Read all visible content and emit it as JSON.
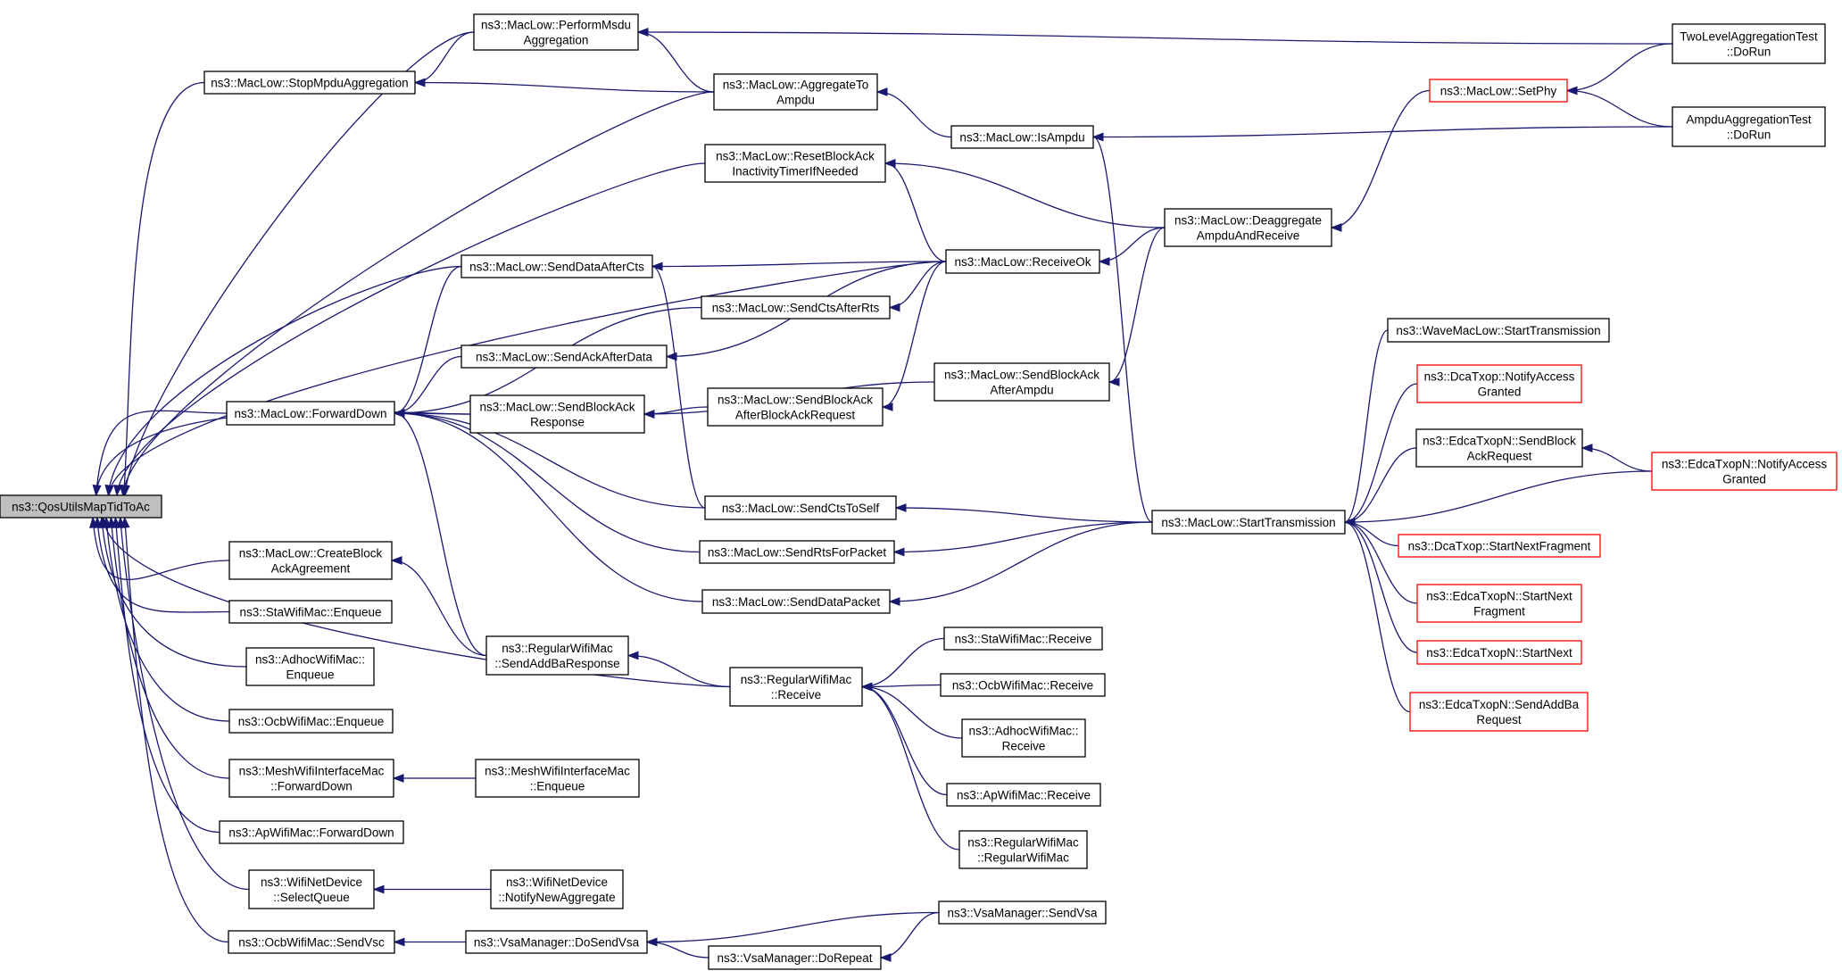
{
  "graph": {
    "style": {
      "edge_color": "#191970",
      "node_border": "#000000",
      "truncated_border": "#ff0000",
      "root_fill": "#bfbfbf"
    },
    "nodes": [
      {
        "id": "root",
        "label": [
          "ns3::QosUtilsMapTidToAc"
        ],
        "root": true
      },
      {
        "id": "performMsdu",
        "label": [
          "ns3::MacLow::PerformMsdu",
          "Aggregation"
        ]
      },
      {
        "id": "stopMpdu",
        "label": [
          "ns3::MacLow::StopMpduAggregation"
        ]
      },
      {
        "id": "aggregateTo",
        "label": [
          "ns3::MacLow::AggregateTo",
          "Ampdu"
        ]
      },
      {
        "id": "isAmpdu",
        "label": [
          "ns3::MacLow::IsAmpdu"
        ]
      },
      {
        "id": "resetBlockAck",
        "label": [
          "ns3::MacLow::ResetBlockAck",
          "InactivityTimerIfNeeded"
        ]
      },
      {
        "id": "sendDataAfterCts",
        "label": [
          "ns3::MacLow::SendDataAfterCts"
        ]
      },
      {
        "id": "receiveOk",
        "label": [
          "ns3::MacLow::ReceiveOk"
        ]
      },
      {
        "id": "sendCtsAfterRts",
        "label": [
          "ns3::MacLow::SendCtsAfterRts"
        ]
      },
      {
        "id": "sendAckAfterData",
        "label": [
          "ns3::MacLow::SendAckAfterData"
        ]
      },
      {
        "id": "forwardDown",
        "label": [
          "ns3::MacLow::ForwardDown"
        ]
      },
      {
        "id": "sendBlockAckResp",
        "label": [
          "ns3::MacLow::SendBlockAck",
          "Response"
        ]
      },
      {
        "id": "sendBlockAckAfterReq",
        "label": [
          "ns3::MacLow::SendBlockAck",
          "AfterBlockAckRequest"
        ]
      },
      {
        "id": "sendBlockAckAfterAmpdu",
        "label": [
          "ns3::MacLow::SendBlockAck",
          "AfterAmpdu"
        ]
      },
      {
        "id": "deaggregate",
        "label": [
          "ns3::MacLow::Deaggregate",
          "AmpduAndReceive"
        ]
      },
      {
        "id": "setPhy",
        "label": [
          "ns3::MacLow::SetPhy"
        ],
        "truncated": true
      },
      {
        "id": "twoLevel",
        "label": [
          "TwoLevelAggregationTest",
          "::DoRun"
        ]
      },
      {
        "id": "ampduAggTest",
        "label": [
          "AmpduAggregationTest",
          "::DoRun"
        ]
      },
      {
        "id": "sendCtsToSelf",
        "label": [
          "ns3::MacLow::SendCtsToSelf"
        ]
      },
      {
        "id": "sendRtsForPacket",
        "label": [
          "ns3::MacLow::SendRtsForPacket"
        ]
      },
      {
        "id": "sendDataPacket",
        "label": [
          "ns3::MacLow::SendDataPacket"
        ]
      },
      {
        "id": "startTransmission",
        "label": [
          "ns3::MacLow::StartTransmission"
        ]
      },
      {
        "id": "waveMacLow",
        "label": [
          "ns3::WaveMacLow::StartTransmission"
        ]
      },
      {
        "id": "dcaNotifyAccess",
        "label": [
          "ns3::DcaTxop::NotifyAccess",
          "Granted"
        ],
        "truncated": true
      },
      {
        "id": "edcaSendBlockAckReq",
        "label": [
          "ns3::EdcaTxopN::SendBlock",
          "AckRequest"
        ]
      },
      {
        "id": "edcaNotifyAccess",
        "label": [
          "ns3::EdcaTxopN::NotifyAccess",
          "Granted"
        ],
        "truncated": true
      },
      {
        "id": "dcaStartNextFrag",
        "label": [
          "ns3::DcaTxop::StartNextFragment"
        ],
        "truncated": true
      },
      {
        "id": "edcaStartNextFrag",
        "label": [
          "ns3::EdcaTxopN::StartNext",
          "Fragment"
        ],
        "truncated": true
      },
      {
        "id": "edcaStartNext",
        "label": [
          "ns3::EdcaTxopN::StartNext"
        ],
        "truncated": true
      },
      {
        "id": "edcaSendAddBa",
        "label": [
          "ns3::EdcaTxopN::SendAddBa",
          "Request"
        ],
        "truncated": true
      },
      {
        "id": "createBlockAck",
        "label": [
          "ns3::MacLow::CreateBlock",
          "AckAgreement"
        ]
      },
      {
        "id": "staEnqueue",
        "label": [
          "ns3::StaWifiMac::Enqueue"
        ]
      },
      {
        "id": "adhocEnqueue",
        "label": [
          "ns3::AdhocWifiMac::",
          "Enqueue"
        ]
      },
      {
        "id": "ocbEnqueue",
        "label": [
          "ns3::OcbWifiMac::Enqueue"
        ]
      },
      {
        "id": "meshForwardDown",
        "label": [
          "ns3::MeshWifiInterfaceMac",
          "::ForwardDown"
        ]
      },
      {
        "id": "meshEnqueue",
        "label": [
          "ns3::MeshWifiInterfaceMac",
          "::Enqueue"
        ]
      },
      {
        "id": "apForwardDown",
        "label": [
          "ns3::ApWifiMac::ForwardDown"
        ]
      },
      {
        "id": "wifiSelectQueue",
        "label": [
          "ns3::WifiNetDevice",
          "::SelectQueue"
        ]
      },
      {
        "id": "wifiNotifyNewAgg",
        "label": [
          "ns3::WifiNetDevice",
          "::NotifyNewAggregate"
        ]
      },
      {
        "id": "ocbSendVsc",
        "label": [
          "ns3::OcbWifiMac::SendVsc"
        ]
      },
      {
        "id": "vsaDoSendVsa",
        "label": [
          "ns3::VsaManager::DoSendVsa"
        ]
      },
      {
        "id": "vsaDoRepeat",
        "label": [
          "ns3::VsaManager::DoRepeat"
        ]
      },
      {
        "id": "vsaSendVsa",
        "label": [
          "ns3::VsaManager::SendVsa"
        ]
      },
      {
        "id": "regSendAddBaResp",
        "label": [
          "ns3::RegularWifiMac",
          "::SendAddBaResponse"
        ]
      },
      {
        "id": "regReceive",
        "label": [
          "ns3::RegularWifiMac",
          "::Receive"
        ]
      },
      {
        "id": "staReceive",
        "label": [
          "ns3::StaWifiMac::Receive"
        ]
      },
      {
        "id": "ocbReceive",
        "label": [
          "ns3::OcbWifiMac::Receive"
        ]
      },
      {
        "id": "adhocReceive",
        "label": [
          "ns3::AdhocWifiMac::",
          "Receive"
        ]
      },
      {
        "id": "apReceive",
        "label": [
          "ns3::ApWifiMac::Receive"
        ]
      },
      {
        "id": "regCtor",
        "label": [
          "ns3::RegularWifiMac",
          "::RegularWifiMac"
        ]
      }
    ],
    "edges": [
      {
        "from": "performMsdu",
        "to": "root"
      },
      {
        "from": "stopMpdu",
        "to": "root"
      },
      {
        "from": "aggregateTo",
        "to": "root"
      },
      {
        "from": "resetBlockAck",
        "to": "root"
      },
      {
        "from": "receiveOk",
        "to": "root"
      },
      {
        "from": "sendDataAfterCts",
        "to": "root"
      },
      {
        "from": "forwardDown",
        "to": "root"
      },
      {
        "from": "createBlockAck",
        "to": "root"
      },
      {
        "from": "staEnqueue",
        "to": "root"
      },
      {
        "from": "adhocEnqueue",
        "to": "root"
      },
      {
        "from": "ocbEnqueue",
        "to": "root"
      },
      {
        "from": "meshForwardDown",
        "to": "root"
      },
      {
        "from": "apForwardDown",
        "to": "root"
      },
      {
        "from": "wifiSelectQueue",
        "to": "root"
      },
      {
        "from": "ocbSendVsc",
        "to": "root"
      },
      {
        "from": "regReceive",
        "to": "root"
      },
      {
        "from": "sendBlockAckResp",
        "to": "root"
      },
      {
        "from": "performMsdu",
        "to": "stopMpdu"
      },
      {
        "from": "aggregateTo",
        "to": "stopMpdu"
      },
      {
        "from": "twoLevel",
        "to": "performMsdu"
      },
      {
        "from": "aggregateTo",
        "to": "performMsdu"
      },
      {
        "from": "isAmpdu",
        "to": "aggregateTo"
      },
      {
        "from": "ampduAggTest",
        "to": "isAmpdu"
      },
      {
        "from": "startTransmission",
        "to": "isAmpdu"
      },
      {
        "from": "twoLevel",
        "to": "setPhy"
      },
      {
        "from": "ampduAggTest",
        "to": "setPhy"
      },
      {
        "from": "setPhy",
        "to": "deaggregate"
      },
      {
        "from": "deaggregate",
        "to": "resetBlockAck"
      },
      {
        "from": "receiveOk",
        "to": "resetBlockAck"
      },
      {
        "from": "deaggregate",
        "to": "receiveOk"
      },
      {
        "from": "deaggregate",
        "to": "sendBlockAckAfterAmpdu"
      },
      {
        "from": "receiveOk",
        "to": "sendDataAfterCts"
      },
      {
        "from": "receiveOk",
        "to": "sendCtsAfterRts"
      },
      {
        "from": "receiveOk",
        "to": "sendBlockAckAfterReq"
      },
      {
        "from": "sendDataAfterCts",
        "to": "forwardDown"
      },
      {
        "from": "sendCtsAfterRts",
        "to": "forwardDown"
      },
      {
        "from": "sendAckAfterData",
        "to": "forwardDown"
      },
      {
        "from": "sendBlockAckResp",
        "to": "forwardDown"
      },
      {
        "from": "sendCtsToSelf",
        "to": "forwardDown"
      },
      {
        "from": "sendRtsForPacket",
        "to": "forwardDown"
      },
      {
        "from": "sendDataPacket",
        "to": "forwardDown"
      },
      {
        "from": "regSendAddBaResp",
        "to": "forwardDown"
      },
      {
        "from": "sendCtsToSelf",
        "to": "sendDataAfterCts"
      },
      {
        "from": "receiveOk",
        "to": "sendAckAfterData"
      },
      {
        "from": "sendBlockAckAfterReq",
        "to": "sendBlockAckResp"
      },
      {
        "from": "sendBlockAckAfterAmpdu",
        "to": "sendBlockAckResp"
      },
      {
        "from": "startTransmission",
        "to": "sendCtsToSelf"
      },
      {
        "from": "startTransmission",
        "to": "sendRtsForPacket"
      },
      {
        "from": "startTransmission",
        "to": "sendDataPacket"
      },
      {
        "from": "waveMacLow",
        "to": "startTransmission"
      },
      {
        "from": "dcaNotifyAccess",
        "to": "startTransmission"
      },
      {
        "from": "edcaSendBlockAckReq",
        "to": "startTransmission"
      },
      {
        "from": "edcaNotifyAccess",
        "to": "startTransmission"
      },
      {
        "from": "dcaStartNextFrag",
        "to": "startTransmission"
      },
      {
        "from": "edcaStartNextFrag",
        "to": "startTransmission"
      },
      {
        "from": "edcaStartNext",
        "to": "startTransmission"
      },
      {
        "from": "edcaSendAddBa",
        "to": "startTransmission"
      },
      {
        "from": "edcaNotifyAccess",
        "to": "edcaSendBlockAckReq"
      },
      {
        "from": "regSendAddBaResp",
        "to": "createBlockAck"
      },
      {
        "from": "regReceive",
        "to": "regSendAddBaResp"
      },
      {
        "from": "staReceive",
        "to": "regReceive"
      },
      {
        "from": "ocbReceive",
        "to": "regReceive"
      },
      {
        "from": "adhocReceive",
        "to": "regReceive"
      },
      {
        "from": "apReceive",
        "to": "regReceive"
      },
      {
        "from": "regCtor",
        "to": "regReceive"
      },
      {
        "from": "meshEnqueue",
        "to": "meshForwardDown"
      },
      {
        "from": "wifiNotifyNewAgg",
        "to": "wifiSelectQueue"
      },
      {
        "from": "vsaDoSendVsa",
        "to": "ocbSendVsc"
      },
      {
        "from": "vsaSendVsa",
        "to": "vsaDoSendVsa"
      },
      {
        "from": "vsaDoRepeat",
        "to": "vsaDoSendVsa"
      },
      {
        "from": "vsaSendVsa",
        "to": "vsaDoRepeat"
      }
    ]
  }
}
